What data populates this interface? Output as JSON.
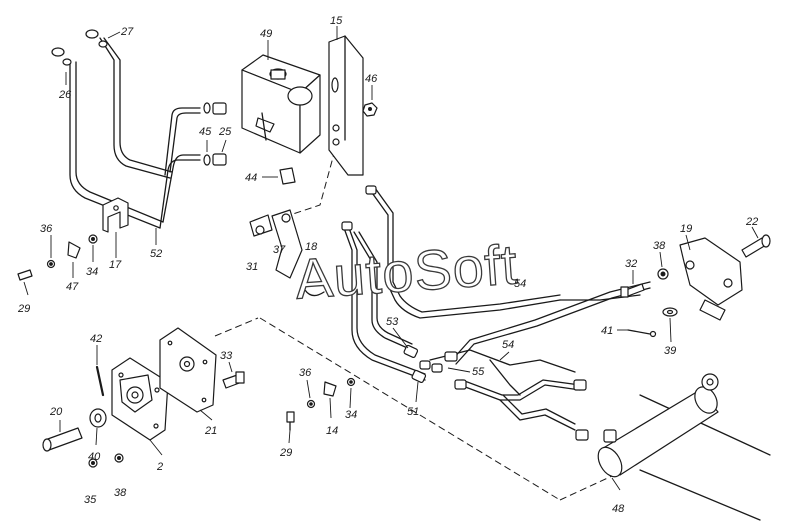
{
  "watermark": "AutoSoft",
  "labels": {
    "l2": "2",
    "l14": "14",
    "l15": "15",
    "l17": "17",
    "l18": "18",
    "l19": "19",
    "l20": "20",
    "l21": "21",
    "l22": "22",
    "l25": "25",
    "l26": "26",
    "l27": "27",
    "l29a": "29",
    "l29b": "29",
    "l31": "31",
    "l32": "32",
    "l33": "33",
    "l34a": "34",
    "l34b": "34",
    "l35": "35",
    "l36a": "36",
    "l36b": "36",
    "l37": "37",
    "l38a": "38",
    "l38b": "38",
    "l39": "39",
    "l40": "40",
    "l41": "41",
    "l42": "42",
    "l44": "44",
    "l45": "45",
    "l46": "46",
    "l47": "47",
    "l48": "48",
    "l49": "49",
    "l51": "51",
    "l52": "52",
    "l53": "53",
    "l54a": "54",
    "l54b": "54",
    "l55": "55"
  }
}
